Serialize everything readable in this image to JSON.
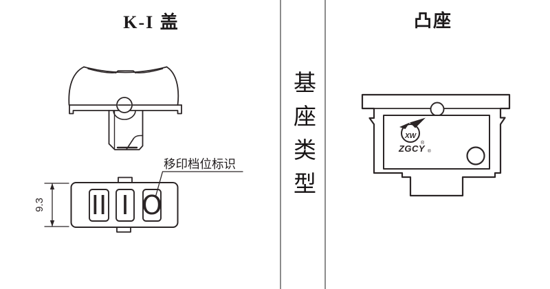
{
  "left_panel": {
    "title": "K-I 盖",
    "annotation_label": "移印档位标识",
    "dimension_label": "9.3",
    "gear_markings": {
      "left": "II",
      "middle": "I",
      "right": "O"
    }
  },
  "divider": {
    "label": "基座类型"
  },
  "right_panel": {
    "title": "凸座",
    "logo": {
      "monogram": "XW",
      "brand": "ZGCY",
      "registered_mark": "®"
    }
  },
  "colors": {
    "line": "#2b2526",
    "divider_line": "#8c8c8c",
    "background": "#ffffff"
  }
}
